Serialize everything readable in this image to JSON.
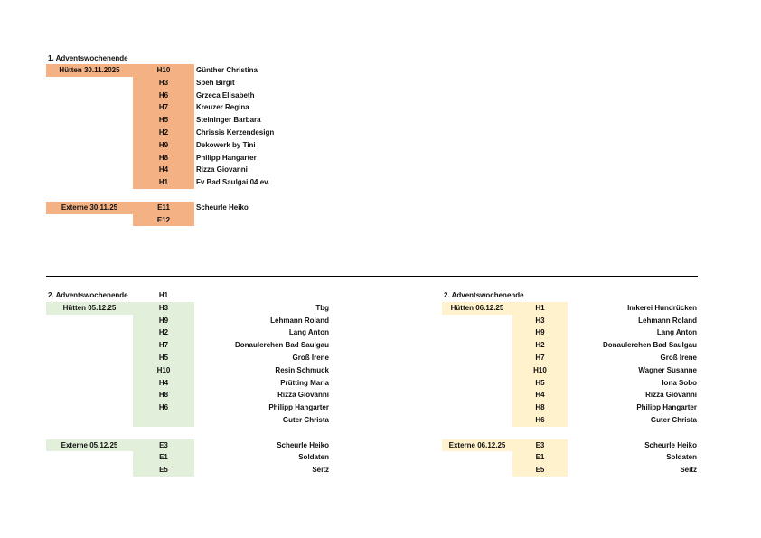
{
  "colors": {
    "orange": "#f4b183",
    "green": "#e2efda",
    "yellow": "#fff2cc"
  },
  "sections": [
    {
      "title": "1. Adventswochenende",
      "huetten_label": "Hütten 30.11.2025",
      "huetten": [
        {
          "code": "H10",
          "name": "Günther Christina"
        },
        {
          "code": "H3",
          "name": "Speh Birgit"
        },
        {
          "code": "H6",
          "name": "Grzeca Elisabeth"
        },
        {
          "code": "H7",
          "name": "Kreuzer Regina"
        },
        {
          "code": "H5",
          "name": "Steininger Barbara"
        },
        {
          "code": "H2",
          "name": "Chrissis Kerzendesign"
        },
        {
          "code": "H9",
          "name": "Dekowerk by Tini"
        },
        {
          "code": "H8",
          "name": "Philipp Hangarter"
        },
        {
          "code": "H4",
          "name": "Rizza Giovanni"
        },
        {
          "code": "H1",
          "name": "Fv Bad Saulgai 04 ev."
        }
      ],
      "externe_label": "Externe 30.11.25",
      "externe": [
        {
          "code": "E11",
          "name": "Scheurle Heiko"
        },
        {
          "code": "E12",
          "name": ""
        }
      ]
    },
    {
      "title": "2. Adventswochenende",
      "title_code": "H1",
      "huetten_label": "Hütten 05.12.25",
      "huetten": [
        {
          "code": "H3",
          "name": "Tbg"
        },
        {
          "code": "H9",
          "name": "Lehmann Roland"
        },
        {
          "code": "H2",
          "name": "Lang Anton"
        },
        {
          "code": "H7",
          "name": "Donaulerchen Bad Saulgau"
        },
        {
          "code": "H5",
          "name": "Groß Irene"
        },
        {
          "code": "H10",
          "name": "Resin Schmuck"
        },
        {
          "code": "H4",
          "name": "Prütting Maria"
        },
        {
          "code": "H8",
          "name": "Rizza Giovanni"
        },
        {
          "code": "H6",
          "name": "Philipp Hangarter"
        },
        {
          "code": "",
          "name": "Guter Christa"
        }
      ],
      "externe_label": "Externe 05.12.25",
      "externe": [
        {
          "code": "E3",
          "name": "Scheurle Heiko"
        },
        {
          "code": "E1",
          "name": "Soldaten"
        },
        {
          "code": "E5",
          "name": "Seitz"
        }
      ]
    },
    {
      "title": "2. Adventswochenende",
      "huetten_label": "Hütten 06.12.25",
      "huetten": [
        {
          "code": "H1",
          "name": "Imkerei Hundrücken"
        },
        {
          "code": "H3",
          "name": "Lehmann Roland"
        },
        {
          "code": "H9",
          "name": "Lang Anton"
        },
        {
          "code": "H2",
          "name": "Donaulerchen Bad Saulgau"
        },
        {
          "code": "H7",
          "name": "Groß Irene"
        },
        {
          "code": "H10",
          "name": "Wagner Susanne"
        },
        {
          "code": "H5",
          "name": "Iona Sobo"
        },
        {
          "code": "H4",
          "name": "Rizza Giovanni"
        },
        {
          "code": "H8",
          "name": "Philipp Hangarter"
        },
        {
          "code": "H6",
          "name": "Guter Christa"
        }
      ],
      "externe_label": "Externe 06.12.25",
      "externe": [
        {
          "code": "E3",
          "name": "Scheurle Heiko"
        },
        {
          "code": "E1",
          "name": "Soldaten"
        },
        {
          "code": "E5",
          "name": "Seitz"
        }
      ]
    }
  ]
}
